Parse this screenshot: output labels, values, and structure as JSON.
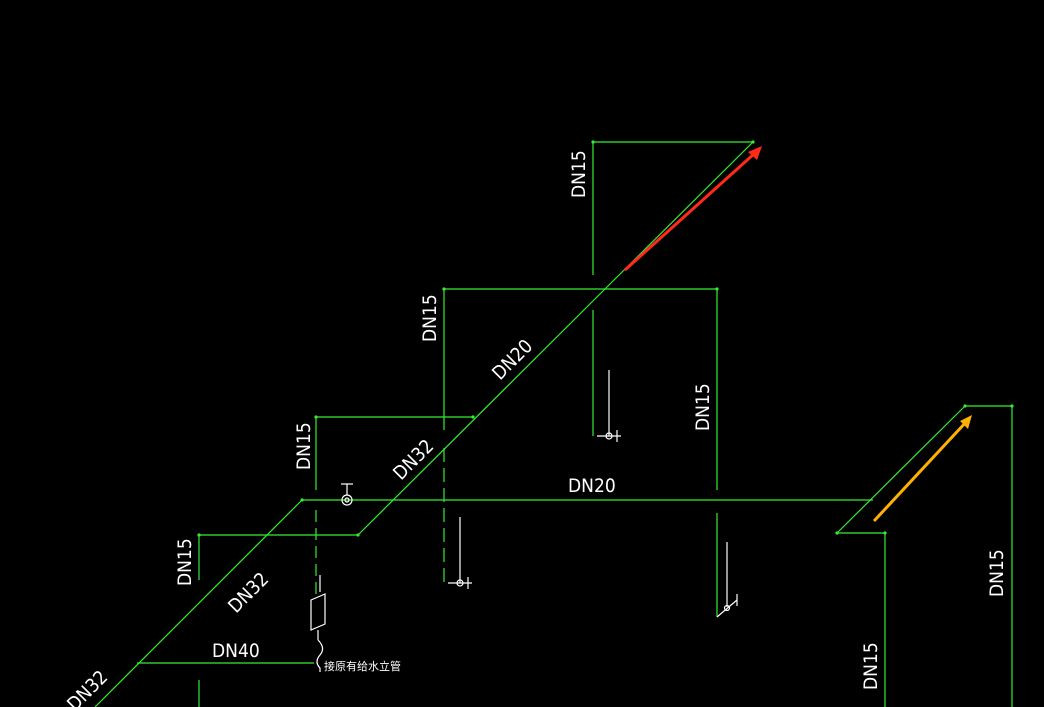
{
  "colors": {
    "background": "#000000",
    "pipe": "#33ee33",
    "fixture": "#ffffff",
    "arrow_red": "#ff2a1a",
    "arrow_orange": "#ffb000"
  },
  "labels": {
    "dn15_top": "DN15",
    "dn15_mid_left": "DN15",
    "dn15_left": "DN15",
    "dn15_far_left": "DN15",
    "dn15_mid_right": "DN15",
    "dn15_right": "DN15",
    "dn15_bottom_right": "DN15",
    "dn20_diag": "DN20",
    "dn20_horiz": "DN20",
    "dn32_upper": "DN32",
    "dn32_lower": "DN32",
    "dn32_bottom": "DN32",
    "dn40": "DN40",
    "riser_note": "接原有给水立管"
  }
}
